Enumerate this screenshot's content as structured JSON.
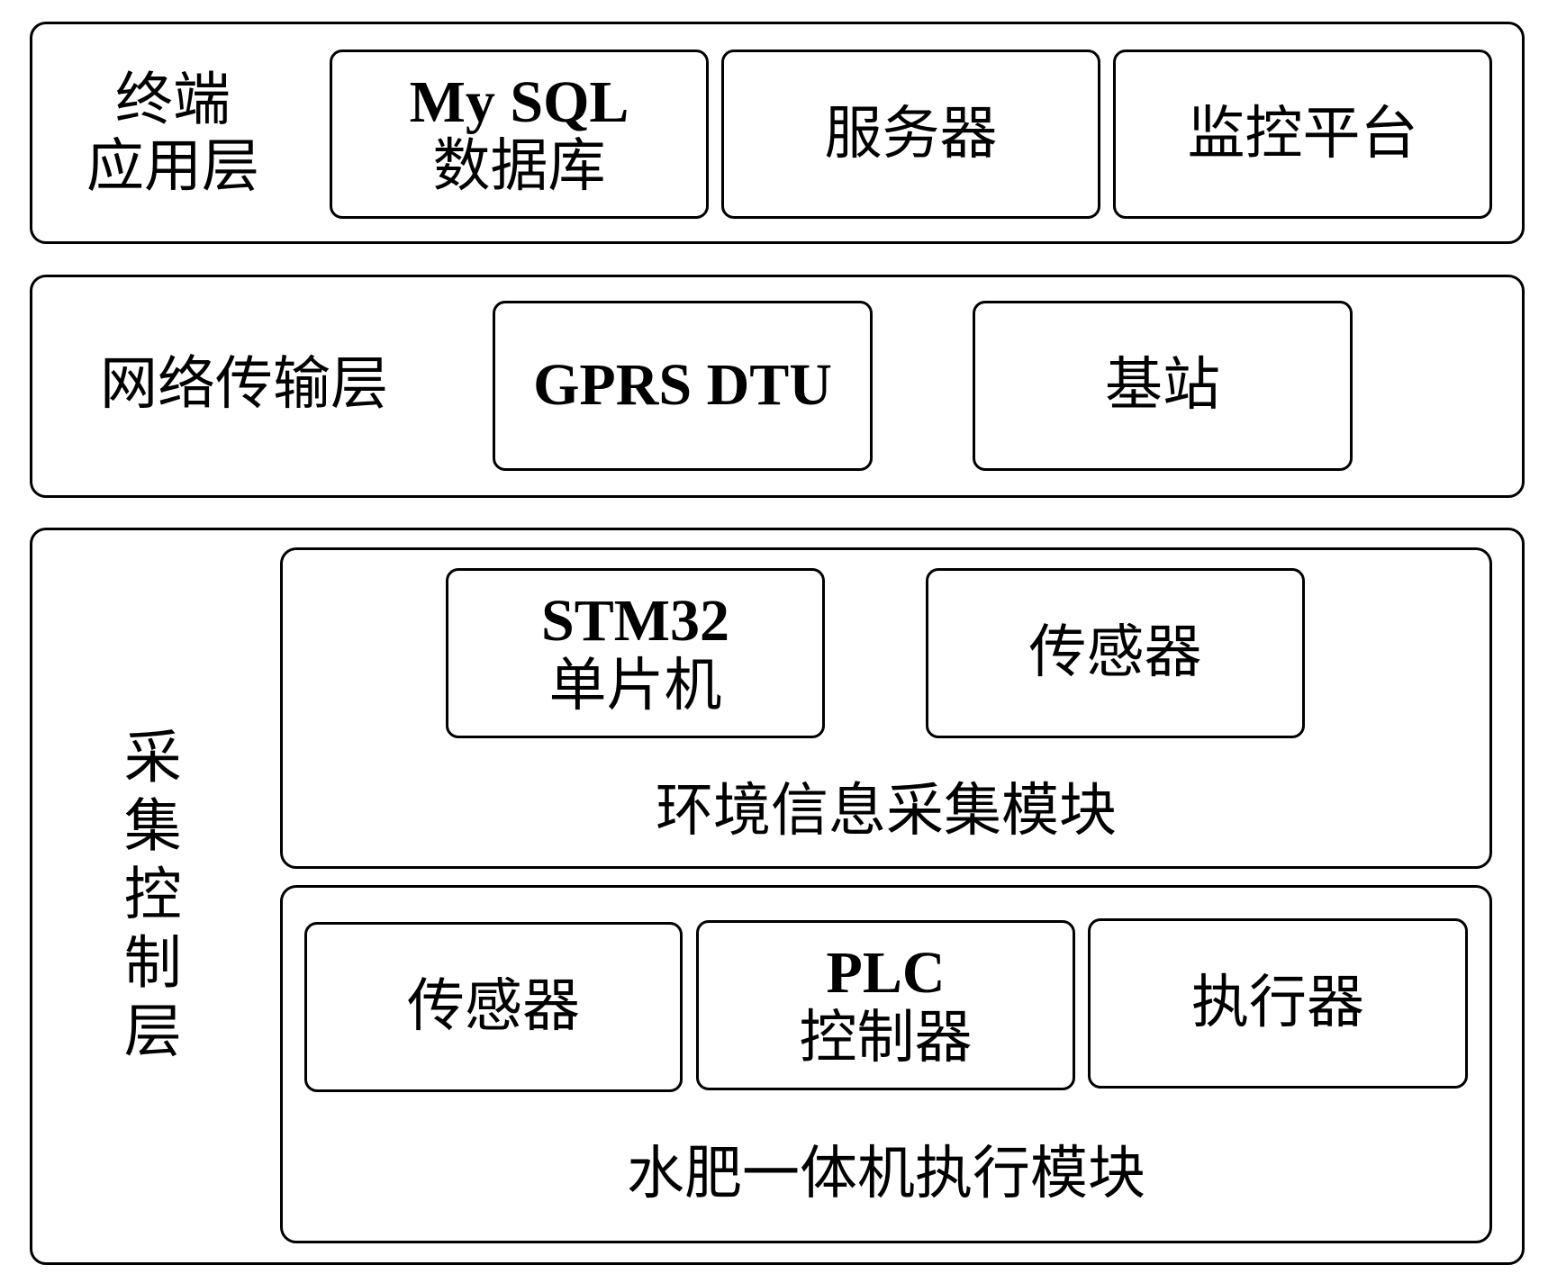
{
  "layers": {
    "application": {
      "label_line1": "终端",
      "label_line2": "应用层",
      "items": [
        {
          "line1": "My SQL",
          "line2": "数据库"
        },
        {
          "line1": "服务器"
        },
        {
          "line1": "监控平台"
        }
      ]
    },
    "network": {
      "label": "网络传输层",
      "items": [
        {
          "line1": "GPRS DTU"
        },
        {
          "line1": "基站"
        }
      ]
    },
    "acquisition": {
      "label": "采集控制层",
      "env_module": {
        "title": "环境信息采集模块",
        "items": [
          {
            "line1": "STM32",
            "line2": "单片机"
          },
          {
            "line1": "传感器"
          }
        ]
      },
      "exec_module": {
        "title": "水肥一体机执行模块",
        "items": [
          {
            "line1": "传感器"
          },
          {
            "line1": "PLC",
            "line2": "控制器"
          },
          {
            "line1": "执行器"
          }
        ]
      }
    }
  }
}
